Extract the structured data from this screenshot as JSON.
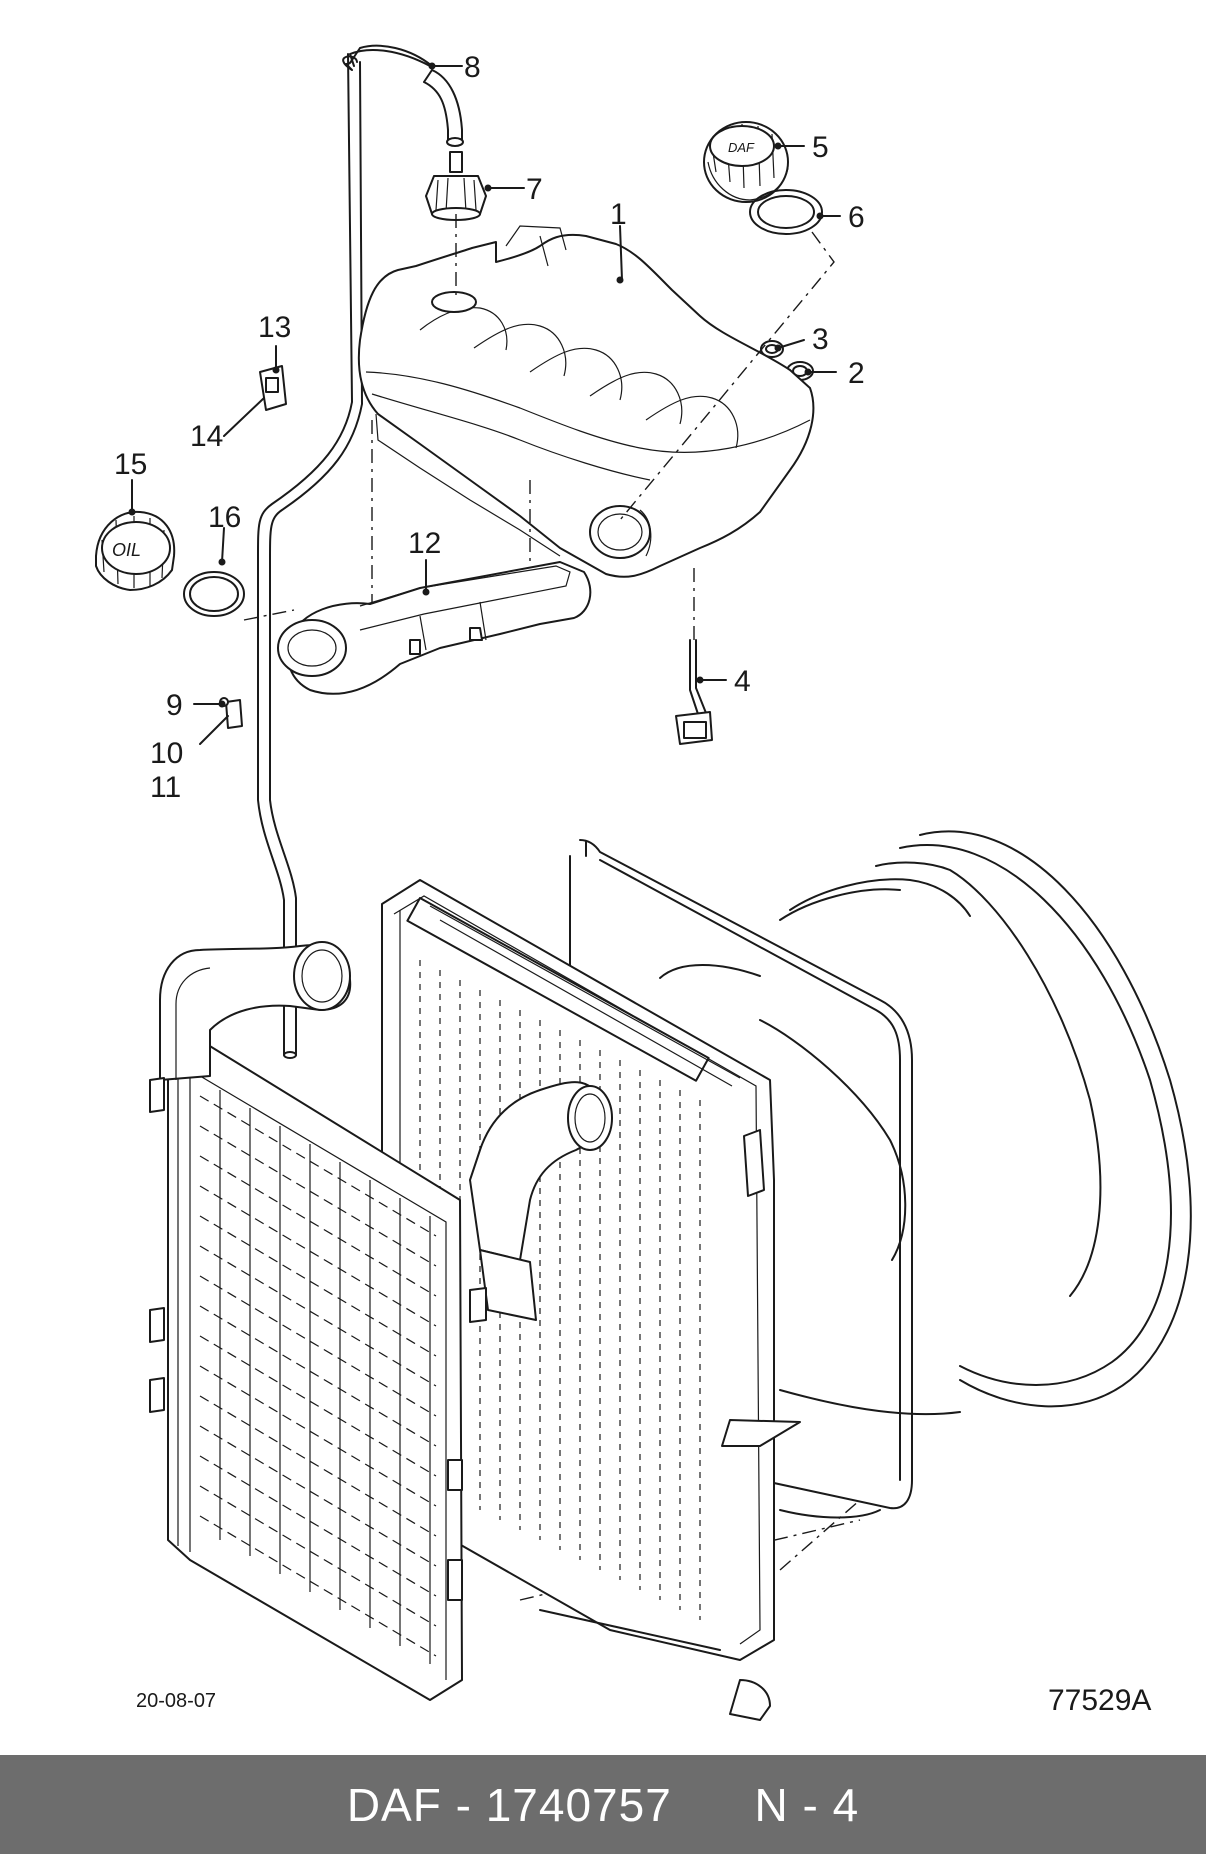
{
  "callouts": {
    "c1": "1",
    "c2": "2",
    "c3": "3",
    "c4": "4",
    "c5": "5",
    "c6": "6",
    "c7": "7",
    "c8": "8",
    "c9": "9",
    "c10": "10",
    "c11": "11",
    "c12": "12",
    "c13": "13",
    "c14": "14",
    "c15": "15",
    "c16": "16"
  },
  "cap_text": {
    "daf": "DAF",
    "oil": "OIL"
  },
  "meta": {
    "date": "20-08-07",
    "drawing_no": "77529A"
  },
  "footer": {
    "brand": "DAF",
    "separator": "-",
    "part_number": "1740757",
    "page": "N - 4"
  }
}
